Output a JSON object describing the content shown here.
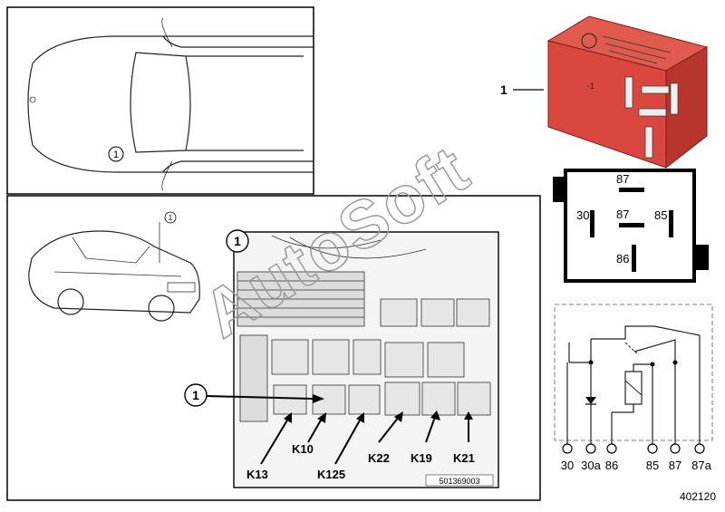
{
  "callout": "1",
  "part_number_label": "501369003",
  "figure_number": "402120",
  "watermark": "AutoSoft",
  "relay_case_mark": "-1",
  "relay_labels": [
    "K13",
    "K10",
    "K125",
    "K22",
    "K19",
    "K21"
  ],
  "relay_pins_face": [
    "87",
    "30",
    "87",
    "85",
    "86"
  ],
  "schematic_pins": [
    "30",
    "30a",
    "86",
    "85",
    "87",
    "87a"
  ],
  "colors": {
    "relay_body": "#d9473f",
    "line": "#222222",
    "face_bg": "#ffffff"
  }
}
